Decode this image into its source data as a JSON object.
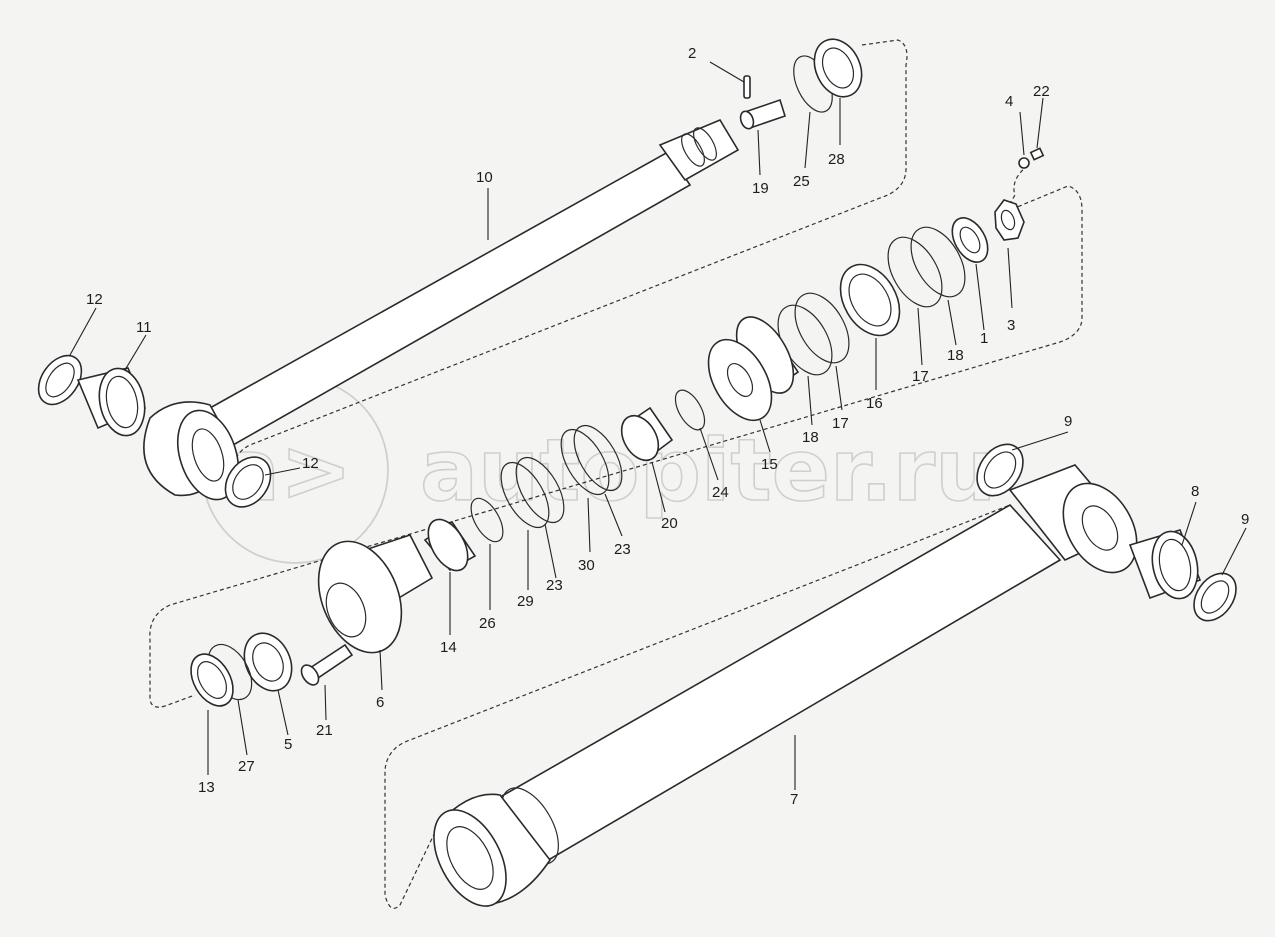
{
  "watermark": "autopiter.ru",
  "watermark_logo": "a>",
  "colors": {
    "line": "#2a2a2a",
    "background": "#f4f4f2",
    "watermark": "#cfcfcf"
  },
  "labels": {
    "p1": "1",
    "p2": "2",
    "p3": "3",
    "p4": "4",
    "p5": "5",
    "p6": "6",
    "p7": "7",
    "p8": "8",
    "p9a": "9",
    "p9b": "9",
    "p10": "10",
    "p11": "11",
    "p12a": "12",
    "p12b": "12",
    "p13": "13",
    "p14": "14",
    "p15": "15",
    "p16": "16",
    "p17a": "17",
    "p17b": "17",
    "p18a": "18",
    "p18b": "18",
    "p19": "19",
    "p20": "20",
    "p21": "21",
    "p22": "22",
    "p23a": "23",
    "p23b": "23",
    "p24": "24",
    "p25": "25",
    "p26": "26",
    "p27": "27",
    "p28": "28",
    "p29": "29",
    "p30": "30"
  }
}
